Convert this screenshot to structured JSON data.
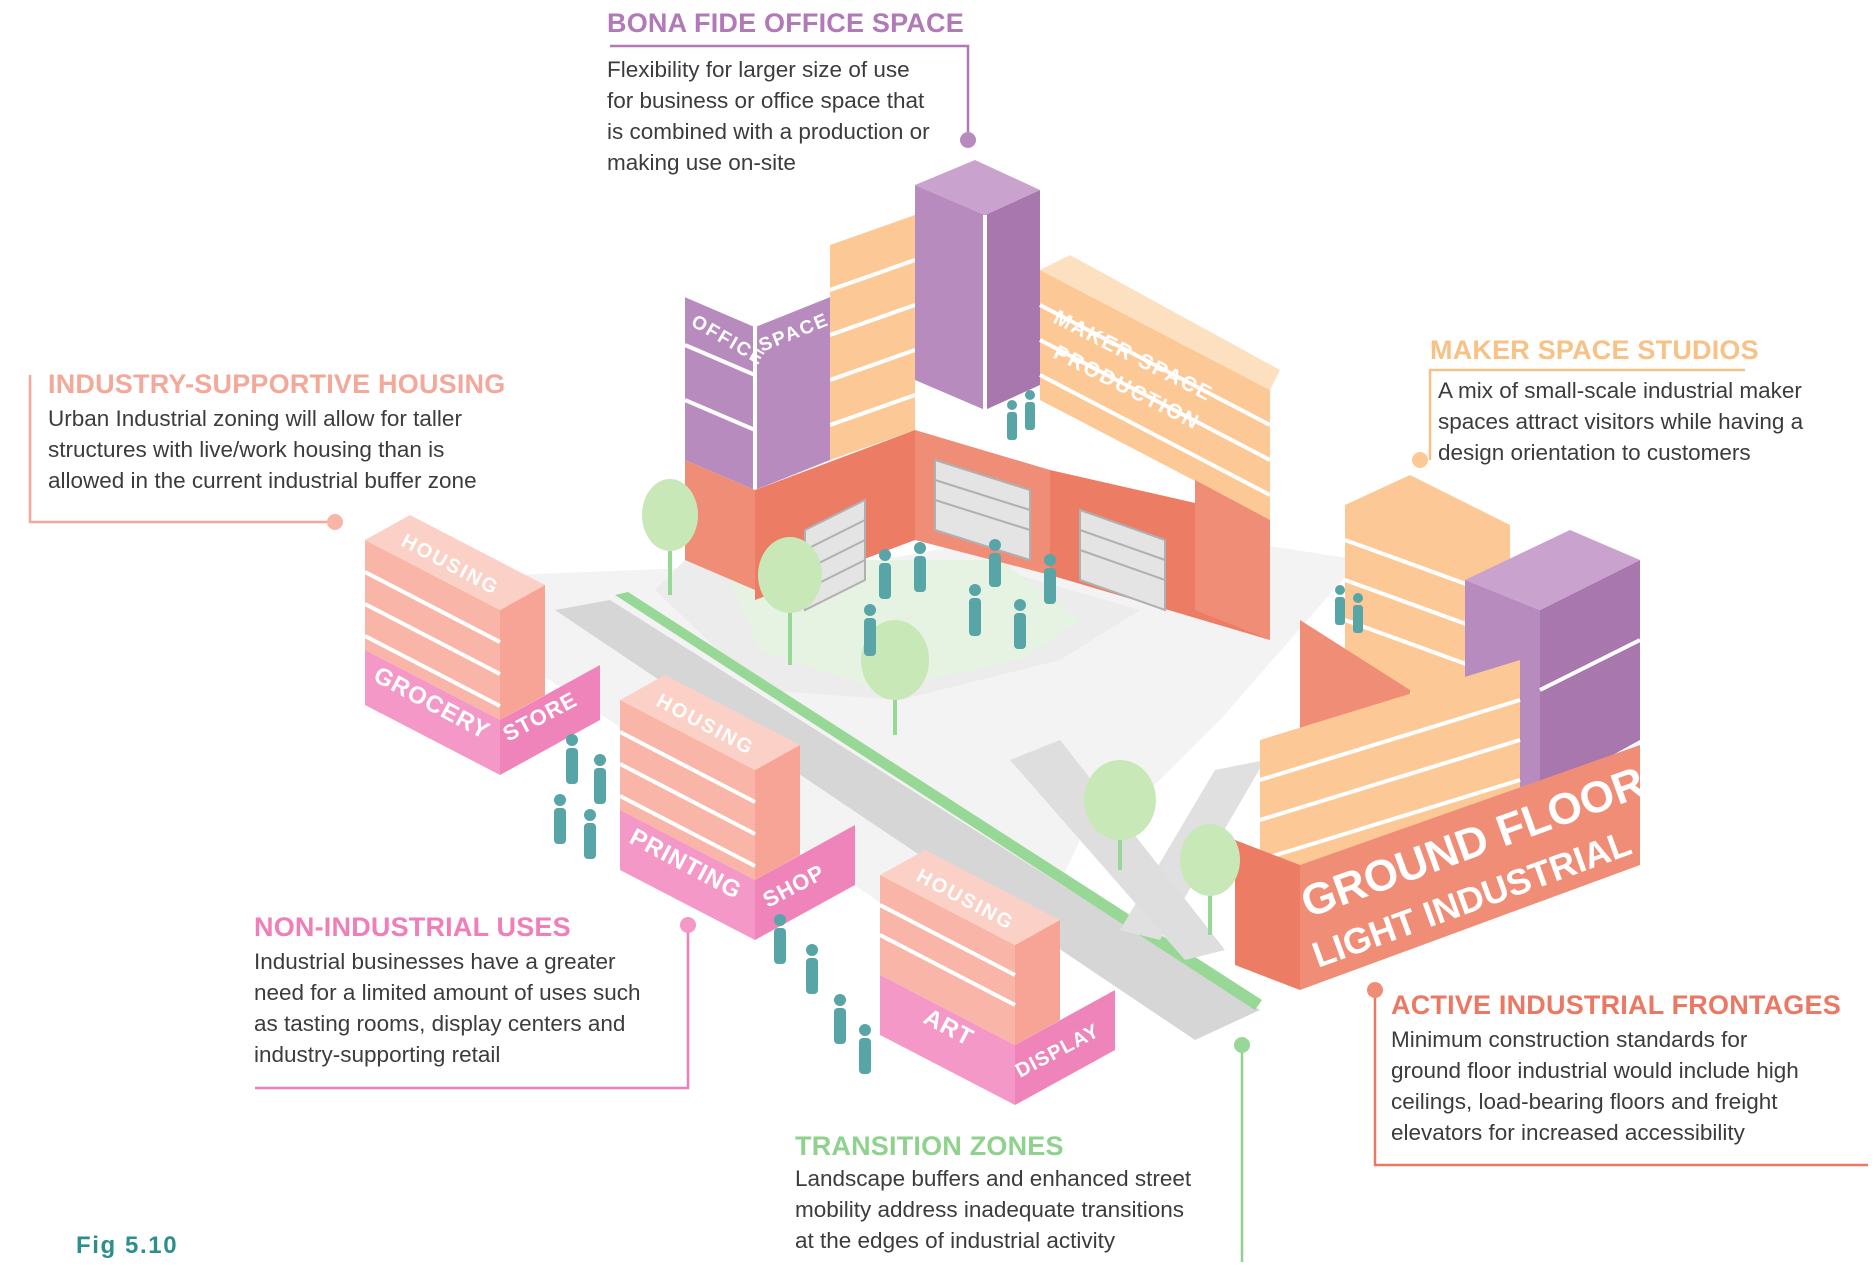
{
  "figure_label": "Fig 5.10",
  "colors": {
    "office": "#b88bbf",
    "maker": "#fcc996",
    "industrial": "#f08d76",
    "housing": "#f9b5a7",
    "non_industrial": "#f498c8",
    "green": "#98d896",
    "street": "#d8d8d8",
    "plaza": "#ececec",
    "people": "#58a5a8"
  },
  "callouts": {
    "office": {
      "title": "BONA FIDE OFFICE SPACE",
      "lines": [
        "Flexibility for larger size of use",
        "for business or office space that",
        "is combined with a production or",
        "making use on-site"
      ]
    },
    "housing": {
      "title": "INDUSTRY-SUPPORTIVE HOUSING",
      "lines": [
        "Urban Industrial zoning will allow for taller",
        "structures with live/work housing than is",
        "allowed in the current industrial buffer zone"
      ]
    },
    "maker": {
      "title": "MAKER SPACE STUDIOS",
      "lines": [
        "A mix of small-scale industrial maker",
        "spaces attract visitors while having a",
        "design orientation to customers"
      ]
    },
    "non_industrial": {
      "title": "NON-INDUSTRIAL USES",
      "lines": [
        "Industrial businesses have a greater",
        "need for a limited amount of uses such",
        "as tasting rooms, display centers and",
        "industry-supporting retail"
      ]
    },
    "frontages": {
      "title": "ACTIVE INDUSTRIAL FRONTAGES",
      "lines": [
        "Minimum construction standards for",
        "ground floor industrial would include high",
        "ceilings, load-bearing floors and freight",
        "elevators for increased accessibility"
      ]
    },
    "transition": {
      "title": "TRANSITION ZONES",
      "lines": [
        "Landscape buffers and enhanced street",
        "mobility address inadequate transitions",
        "at the edges of industrial activity"
      ]
    }
  },
  "building_labels": {
    "office": "OFFICE",
    "space": "SPACE",
    "maker_space": "MAKER SPACE",
    "production": "PRODUCTION",
    "housing": "HOUSING",
    "grocery": "GROCERY",
    "store": "STORE",
    "printing": "PRINTING",
    "shop": "SHOP",
    "art": "ART",
    "display": "DISPLAY",
    "ground_floor": "GROUND FLOOR",
    "light_industrial": "LIGHT INDUSTRIAL"
  }
}
